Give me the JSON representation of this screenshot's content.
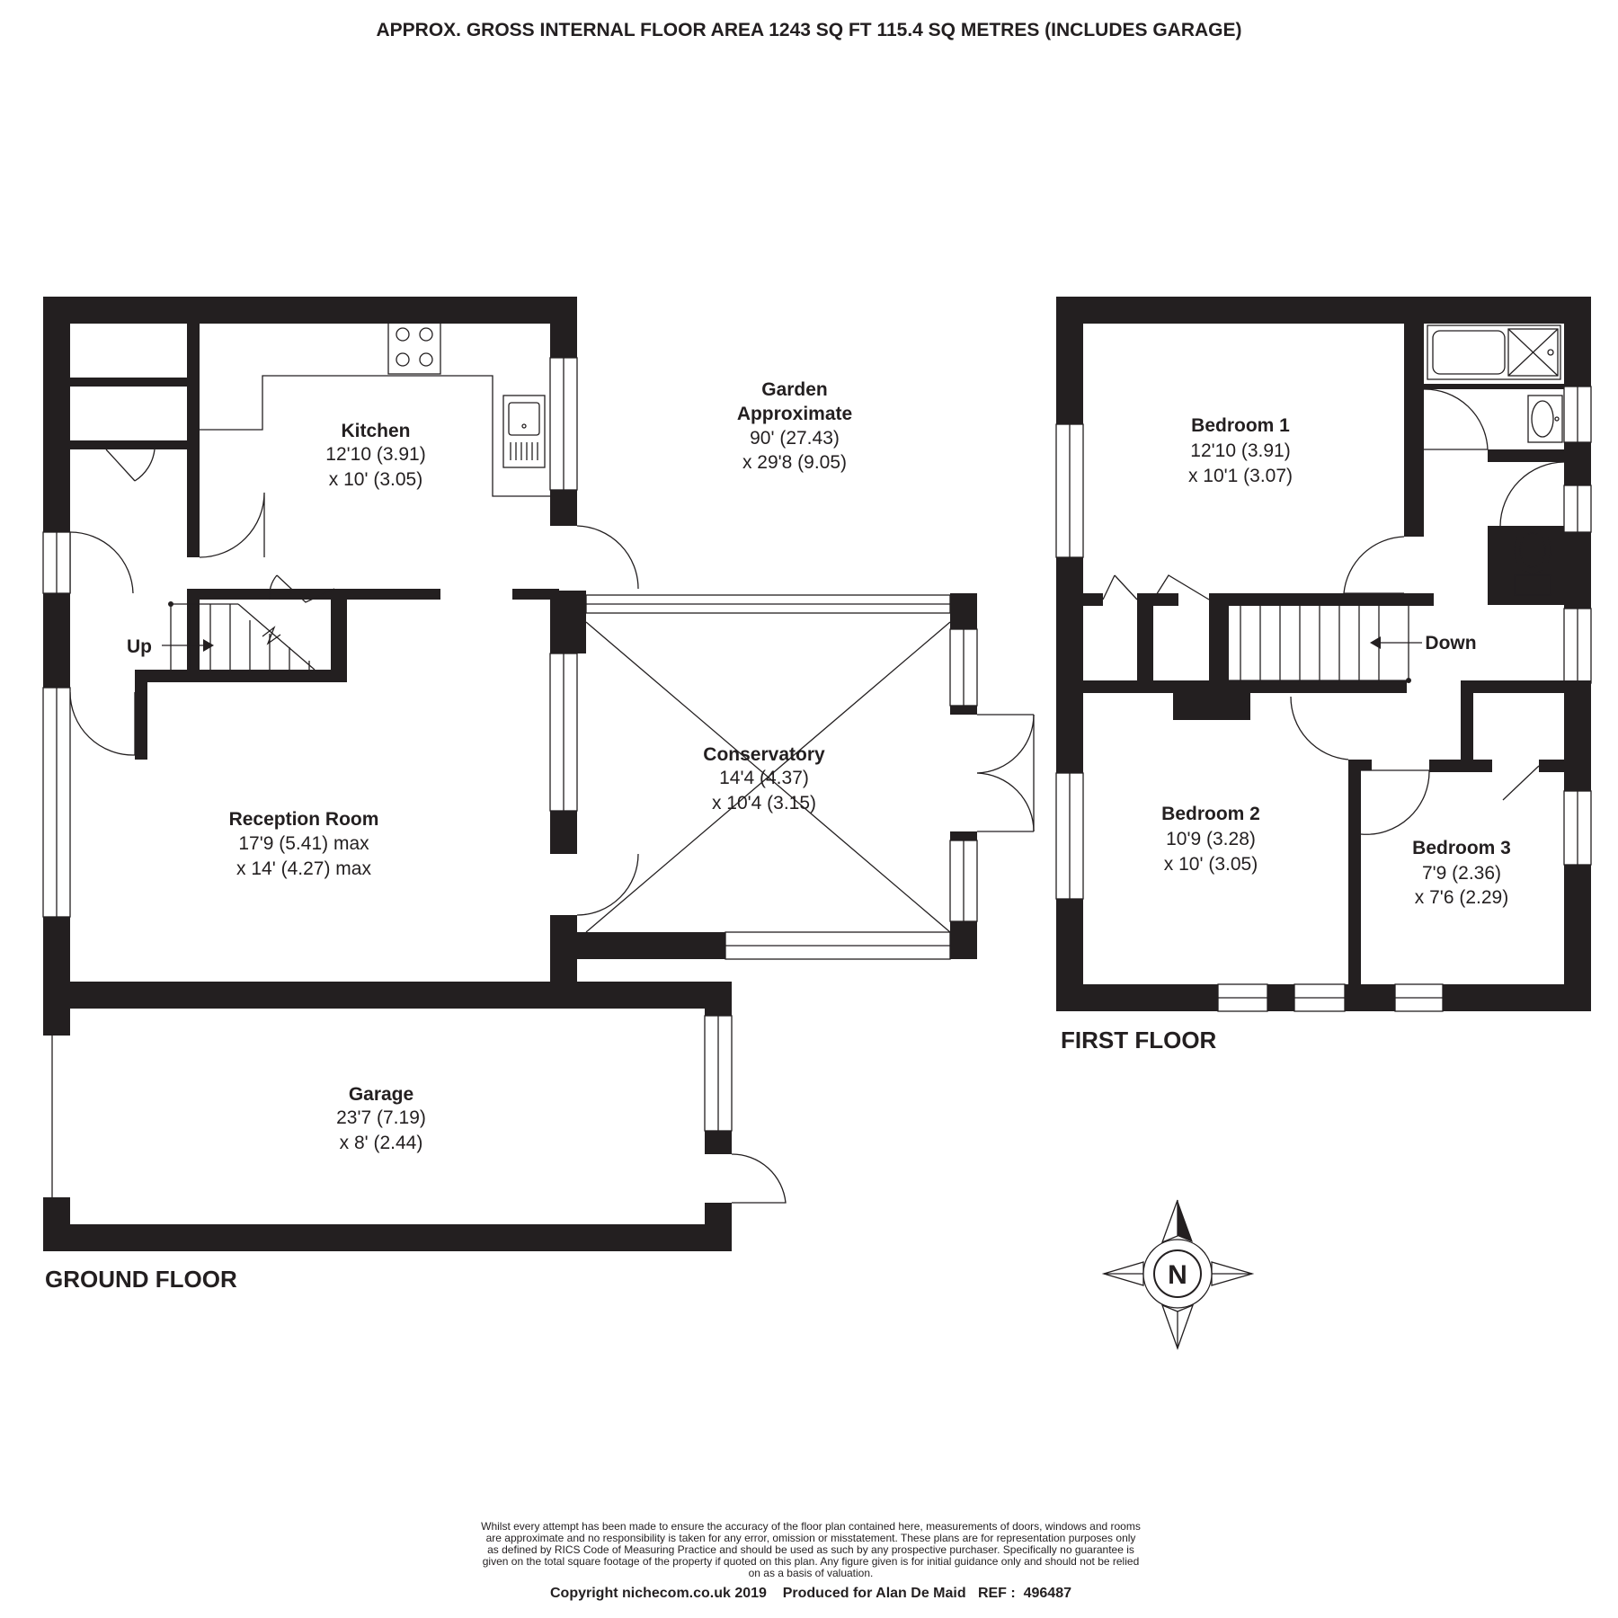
{
  "header": {
    "area_title": "APPROX. GROSS INTERNAL FLOOR AREA 1243 SQ FT 115.4 SQ METRES (INCLUDES GARAGE)"
  },
  "ground_floor": {
    "label": "GROUND FLOOR",
    "stairs_label": "Up",
    "kitchen": {
      "name": "Kitchen",
      "dim1": "12'10 (3.91)",
      "dim2": "x 10' (3.05)"
    },
    "reception": {
      "name": "Reception Room",
      "dim1": "17'9 (5.41) max",
      "dim2": "x 14' (4.27) max"
    },
    "conservatory": {
      "name": "Conservatory",
      "dim1": "14'4 (4.37)",
      "dim2": "x 10'4 (3.15)"
    },
    "garage": {
      "name": "Garage",
      "dim1": "23'7 (7.19)",
      "dim2": "x 8' (2.44)"
    }
  },
  "garden": {
    "name1": "Garden",
    "name2": "Approximate",
    "dim1": "90' (27.43)",
    "dim2": "x 29'8 (9.05)"
  },
  "first_floor": {
    "label": "FIRST FLOOR",
    "stairs_label": "Down",
    "bedroom1": {
      "name": "Bedroom 1",
      "dim1": "12'10 (3.91)",
      "dim2": "x 10'1 (3.07)"
    },
    "bedroom2": {
      "name": "Bedroom 2",
      "dim1": "10'9 (3.28)",
      "dim2": "x 10' (3.05)"
    },
    "bedroom3": {
      "name": "Bedroom 3",
      "dim1": "7'9 (2.36)",
      "dim2": "x 7'6 (2.29)"
    }
  },
  "compass": {
    "letter": "N"
  },
  "disclaimer": {
    "line1": "Whilst every attempt has been made to ensure the accuracy of the floor plan contained here, measurements of doors, windows and rooms",
    "line2": "are approximate and no responsibility is taken for any error, omission or misstatement. These plans are for representation purposes only",
    "line3": "as defined by RICS Code of Measuring Practice and should be used as such by any prospective purchaser.  Specifically no guarantee is",
    "line4": "given on the total square footage of the property if quoted on this plan. Any figure given is for initial guidance only and should not be relied",
    "line5": "on as a basis of valuation."
  },
  "footer": {
    "copyright": "Copyright nichecom.co.uk 2019    Produced for Alan De Maid   REF :  496487"
  }
}
